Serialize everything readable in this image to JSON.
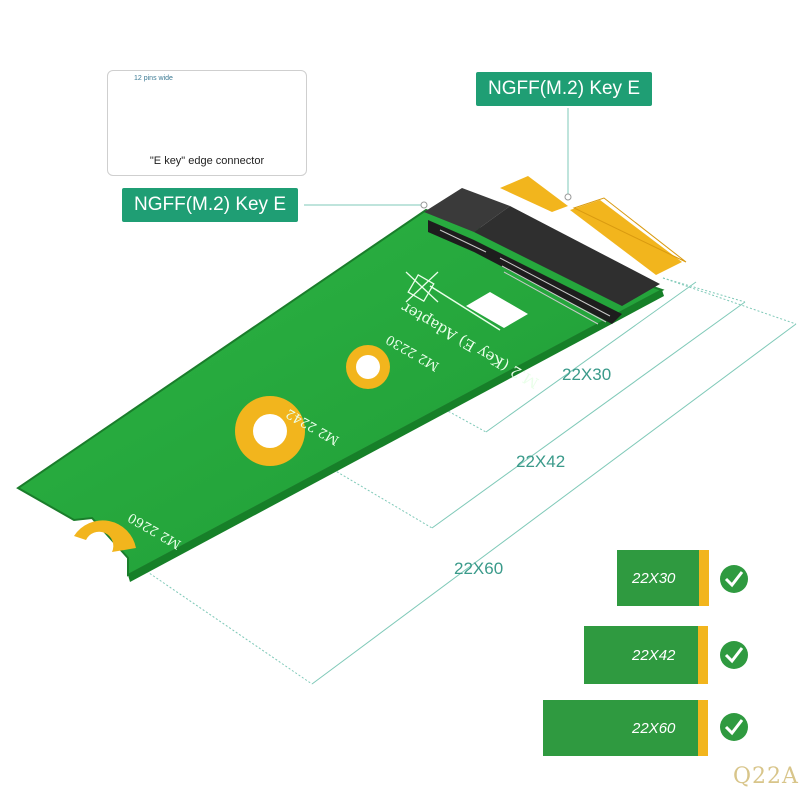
{
  "labels": {
    "connector_top": "NGFF(M.2) Key E",
    "connector_left": "NGFF(M.2) Key E"
  },
  "inset": {
    "pins_text": "12 pins wide",
    "caption": "\"E key\" edge connector"
  },
  "board": {
    "title": "M.2 (Key E) Adapter",
    "hole_labels": [
      "M2 2230",
      "M2 2242",
      "M2 2260"
    ]
  },
  "dimensions": [
    "22X30",
    "22X42",
    "22X60"
  ],
  "supported_cards": [
    {
      "label": "22X30",
      "supported": true
    },
    {
      "label": "22X42",
      "supported": true
    },
    {
      "label": "22X60",
      "supported": true
    }
  ],
  "watermark": "Q22A",
  "colors": {
    "pcb_green": "#23a83b",
    "pcb_edge": "#1a7d2b",
    "gold": "#f2b51d",
    "tag_teal": "#1f9e74",
    "dimension_teal": "#3a9a8a",
    "card_green": "#2f9a40",
    "check_green": "#2f9a40"
  },
  "icons": [
    "check-icon",
    "recycle-bin-icon"
  ]
}
